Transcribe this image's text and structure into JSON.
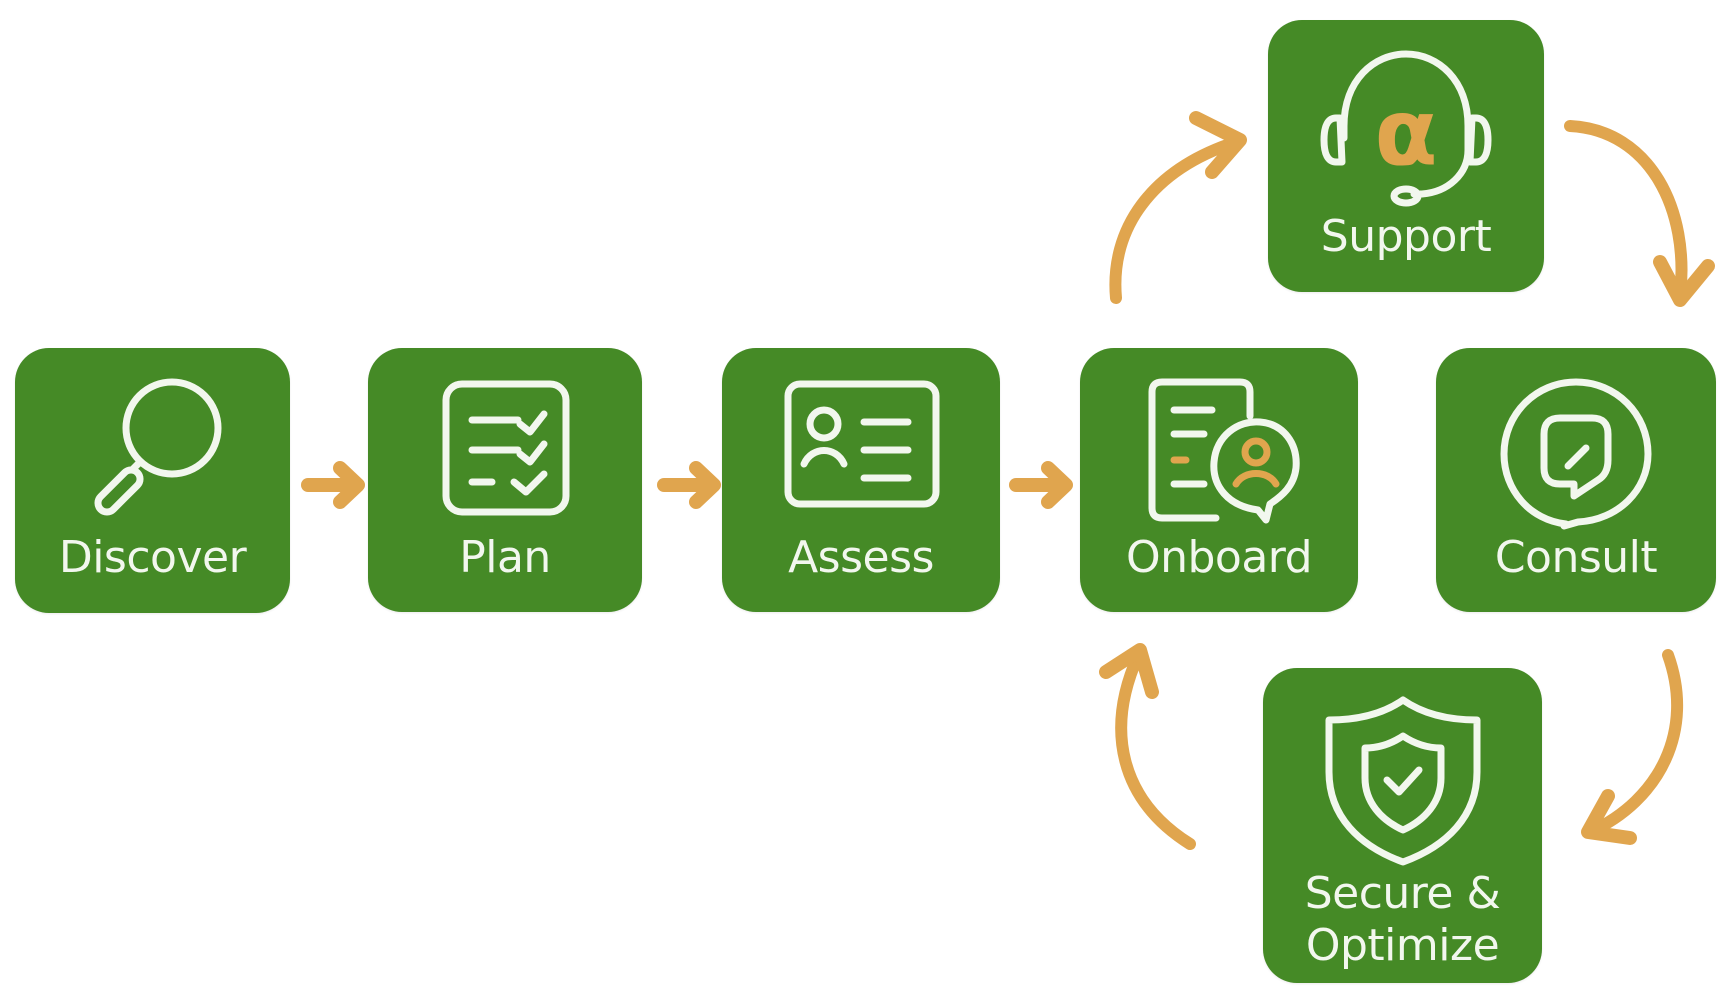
{
  "diagram": {
    "type": "process-flow",
    "colors": {
      "node_fill": "#458A26",
      "node_text": "#F2F7EE",
      "arrow": "#E0A54E",
      "accent": "#E0A54E",
      "background": "#FFFFFF"
    },
    "nodes": [
      {
        "id": "discover",
        "label": "Discover",
        "icon": "magnifying-glass-icon"
      },
      {
        "id": "plan",
        "label": "Plan",
        "icon": "checklist-icon"
      },
      {
        "id": "assess",
        "label": "Assess",
        "icon": "id-card-icon"
      },
      {
        "id": "onboard",
        "label": "Onboard",
        "icon": "document-user-bubble-icon"
      },
      {
        "id": "support",
        "label": "Support",
        "icon": "headset-alpha-icon",
        "icon_glyph": "α"
      },
      {
        "id": "consult",
        "label": "Consult",
        "icon": "speech-bubble-icon"
      },
      {
        "id": "secure",
        "label_line1": "Secure &",
        "label_line2": "Optimize",
        "icon": "shield-check-icon"
      }
    ],
    "edges": [
      {
        "from": "discover",
        "to": "plan",
        "style": "straight"
      },
      {
        "from": "plan",
        "to": "assess",
        "style": "straight"
      },
      {
        "from": "assess",
        "to": "onboard",
        "style": "straight"
      },
      {
        "from": "onboard",
        "to": "support",
        "style": "curved"
      },
      {
        "from": "support",
        "to": "consult",
        "style": "curved"
      },
      {
        "from": "consult",
        "to": "secure",
        "style": "curved"
      },
      {
        "from": "secure",
        "to": "onboard",
        "style": "curved"
      }
    ]
  }
}
